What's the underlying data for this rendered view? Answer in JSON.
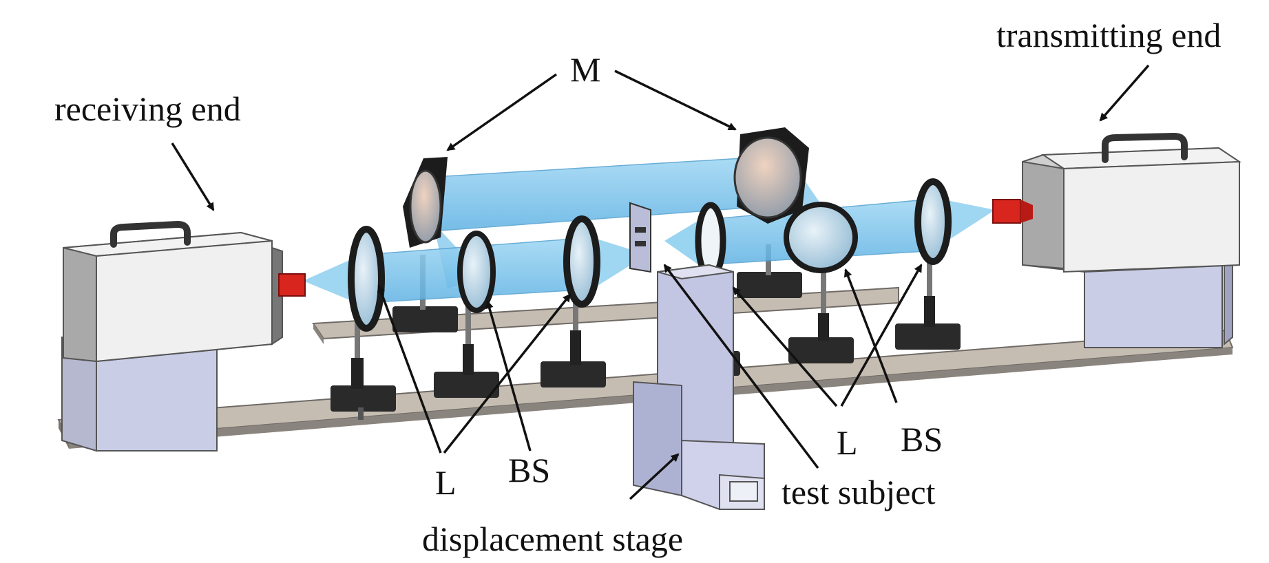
{
  "labels": {
    "transmitting_end": "transmitting end",
    "receiving_end": "receiving end",
    "mirror": "M",
    "lens_left": "L",
    "beam_splitter_left": "BS",
    "lens_right": "L",
    "beam_splitter_right": "BS",
    "test_subject": "test subject",
    "displacement_stage": "displacement stage"
  },
  "colors": {
    "beam": "#7fc6ec",
    "beam_edge": "#4f9fd0",
    "housing_top": "#f2f2f2",
    "housing_side": "#cfcfcf",
    "housing_front": "#a9a9a9",
    "pedestal": "#c9cde6",
    "rail": "#c6bdb2",
    "rail_edge": "#6f6a66",
    "optic_frame": "#1c1c1c",
    "emitter": "#d8251d",
    "stage": "#c3c6e2"
  }
}
